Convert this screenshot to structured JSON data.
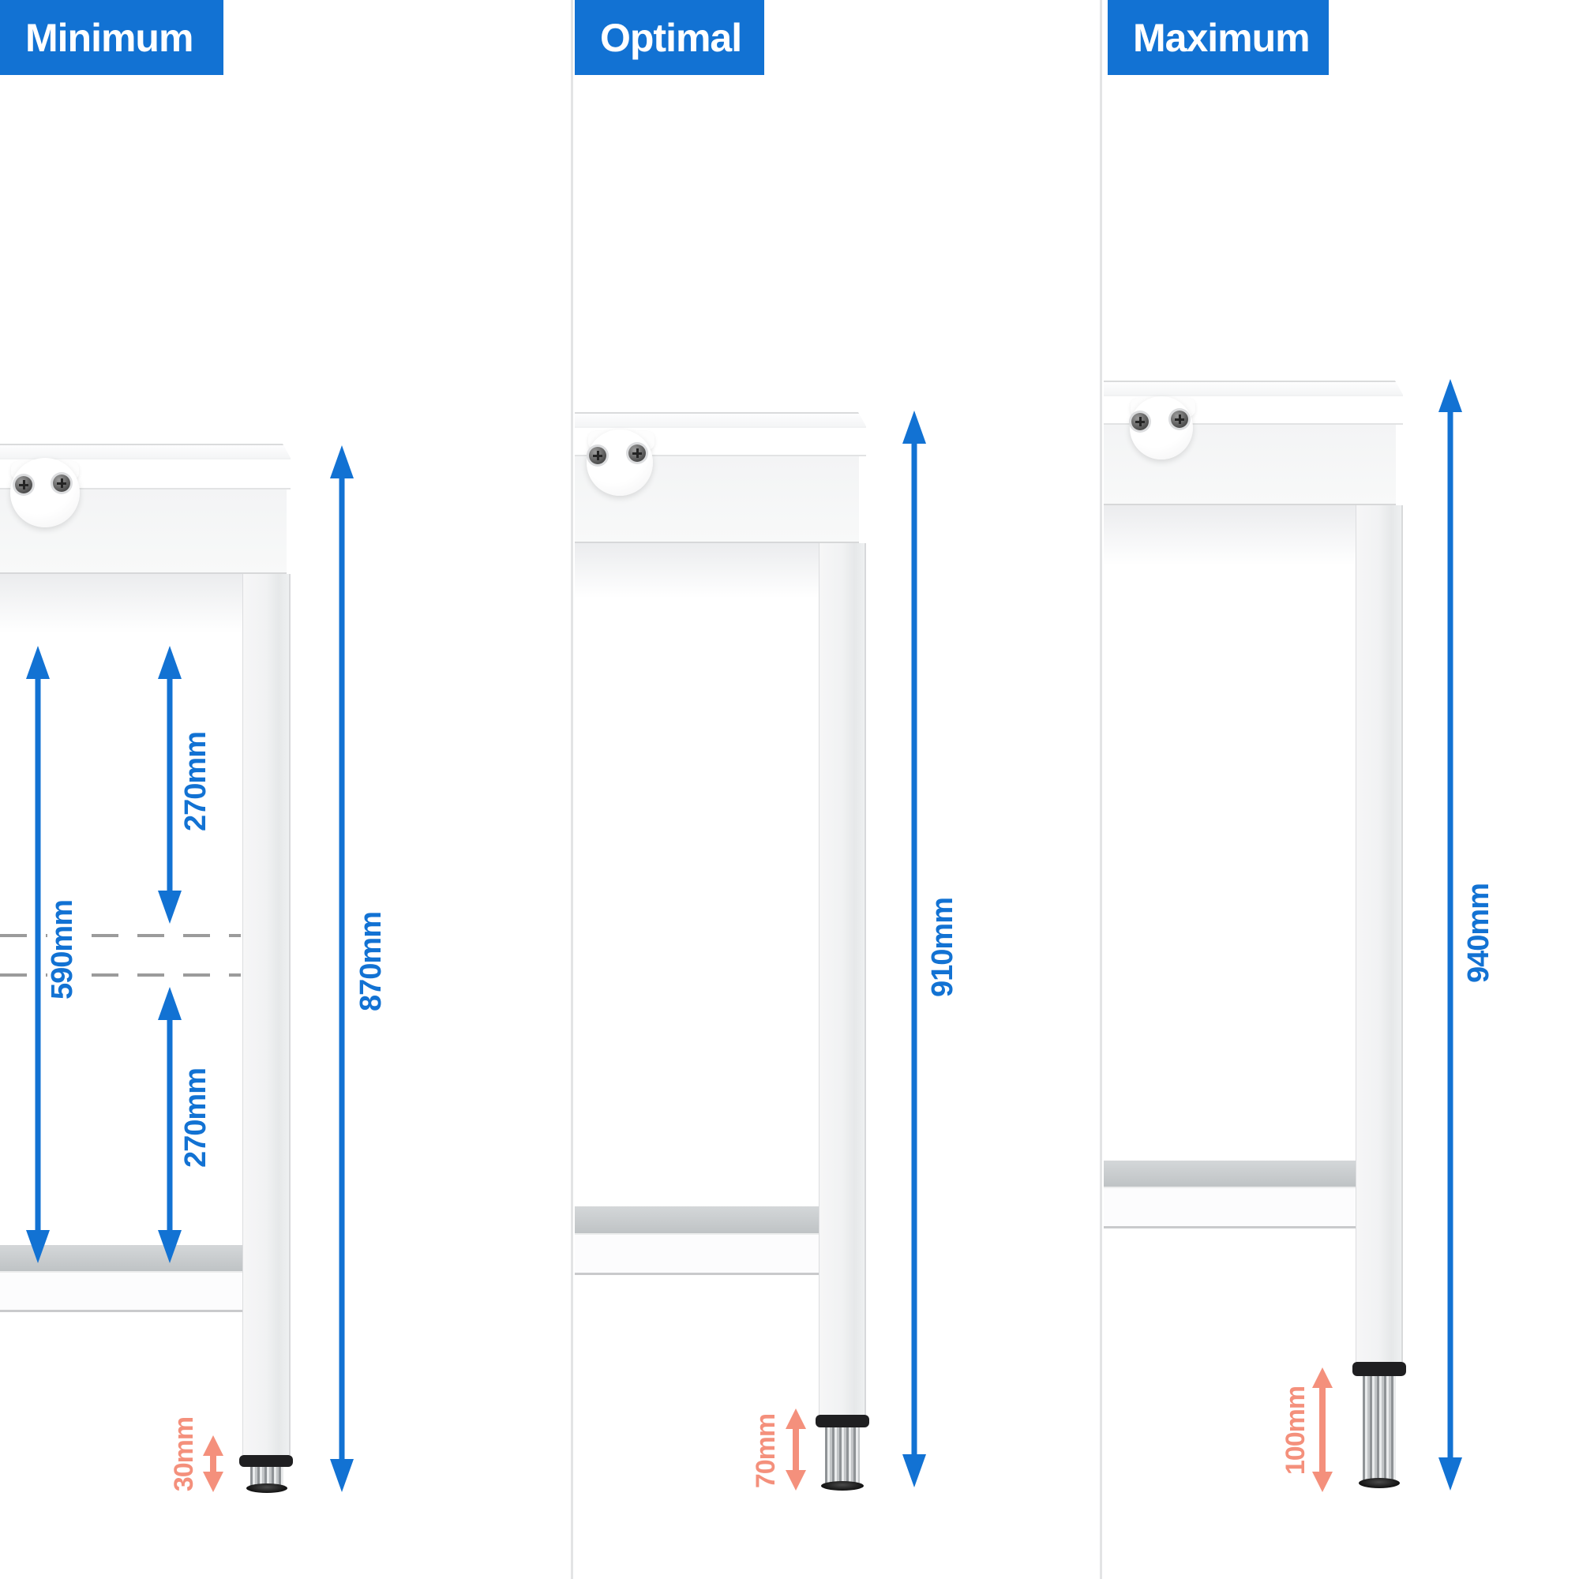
{
  "colors": {
    "accent_blue": "#1272d3",
    "accent_orange": "#f4907c",
    "divider_gray": "#e3e4e5",
    "dash_gray": "#9b9b9b",
    "shelf_gray": "#c5c8ca"
  },
  "panels": [
    {
      "id": "minimum",
      "title": "Minimum",
      "dimensions": {
        "overall_height": "870mm",
        "upper_clearance": "270mm",
        "shelf_clearance": "590mm",
        "lower_clearance": "270mm",
        "foot_adjustment": "30mm"
      }
    },
    {
      "id": "optimal",
      "title": "Optimal",
      "dimensions": {
        "overall_height": "910mm",
        "foot_adjustment": "70mm"
      }
    },
    {
      "id": "maximum",
      "title": "Maximum",
      "dimensions": {
        "overall_height": "940mm",
        "foot_adjustment": "100mm"
      }
    }
  ]
}
